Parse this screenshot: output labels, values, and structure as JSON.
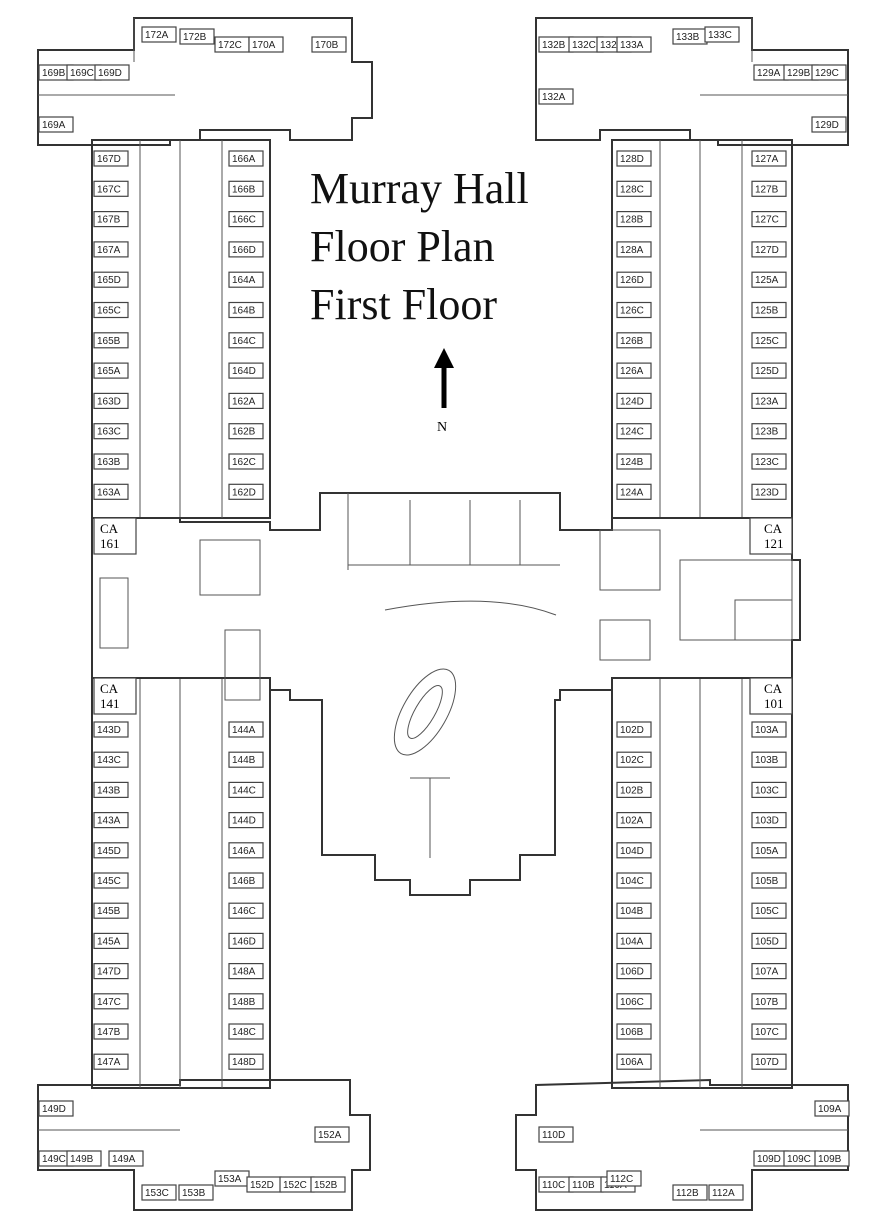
{
  "title": {
    "line1": "Murray Hall",
    "line2": "Floor Plan",
    "line3": "First Floor"
  },
  "north": {
    "label": "N"
  },
  "ca_offices": [
    {
      "line1": "CA",
      "line2": "161"
    },
    {
      "line1": "CA",
      "line2": "121"
    },
    {
      "line1": "CA",
      "line2": "141"
    },
    {
      "line1": "CA",
      "line2": "101"
    }
  ],
  "wings": {
    "nw_top": [
      "172A",
      "172B",
      "172C",
      "170A",
      "170B",
      "169B",
      "169C",
      "169D",
      "169A"
    ],
    "nw_left": [
      "167D",
      "167C",
      "167B",
      "167A",
      "165D",
      "165C",
      "165B",
      "165A",
      "163D",
      "163C",
      "163B",
      "163A"
    ],
    "nw_right": [
      "166A",
      "166B",
      "166C",
      "166D",
      "164A",
      "164B",
      "164C",
      "164D",
      "162A",
      "162B",
      "162C",
      "162D"
    ],
    "ne_top": [
      "132B",
      "132C",
      "132D",
      "133A",
      "133B",
      "133C",
      "132A",
      "129A",
      "129B",
      "129C",
      "129D"
    ],
    "ne_left": [
      "128D",
      "128C",
      "128B",
      "128A",
      "126D",
      "126C",
      "126B",
      "126A",
      "124D",
      "124C",
      "124B",
      "124A"
    ],
    "ne_right": [
      "127A",
      "127B",
      "127C",
      "127D",
      "125A",
      "125B",
      "125C",
      "125D",
      "123A",
      "123B",
      "123C",
      "123D"
    ],
    "sw_left": [
      "143D",
      "143C",
      "143B",
      "143A",
      "145D",
      "145C",
      "145B",
      "145A",
      "147D",
      "147C",
      "147B",
      "147A"
    ],
    "sw_right": [
      "144A",
      "144B",
      "144C",
      "144D",
      "146A",
      "146B",
      "146C",
      "146D",
      "148A",
      "148B",
      "148C",
      "148D"
    ],
    "sw_bottom": [
      "149D",
      "149C",
      "149B",
      "149A",
      "153C",
      "153B",
      "153A",
      "152D",
      "152C",
      "152B",
      "152A"
    ],
    "se_left": [
      "102D",
      "102C",
      "102B",
      "102A",
      "104D",
      "104C",
      "104B",
      "104A",
      "106D",
      "106C",
      "106B",
      "106A"
    ],
    "se_right": [
      "103A",
      "103B",
      "103C",
      "103D",
      "105A",
      "105B",
      "105C",
      "105D",
      "107A",
      "107B",
      "107C",
      "107D"
    ],
    "se_bottom": [
      "110D",
      "110C",
      "110B",
      "110A",
      "112C",
      "112B",
      "112A",
      "109A",
      "109D",
      "109C",
      "109B"
    ]
  }
}
